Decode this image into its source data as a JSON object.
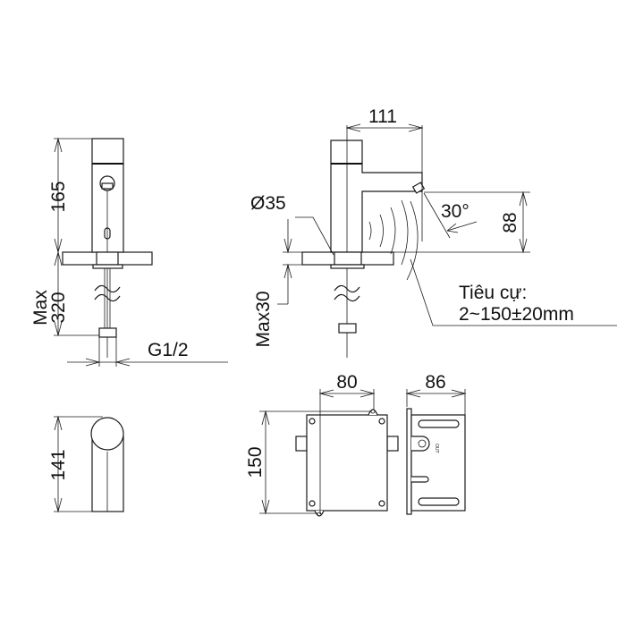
{
  "drawing": {
    "front_view": {
      "height_label": "165",
      "pipe_label": "Max\n320",
      "pipe_label_line1": "Max",
      "pipe_label_line2": "320",
      "thread_label": "G1/2"
    },
    "top_view": {
      "depth_label": "141"
    },
    "side_view": {
      "reach_label": "111",
      "diameter_label": "Ø35",
      "angle_label": "30°",
      "spout_height_label": "88",
      "counter_thickness_label": "Max30",
      "sensor_range_line1": "Tiêu cự:",
      "sensor_range_line2": "2~150±20mm"
    },
    "control_box": {
      "height_label": "150",
      "width_label": "80",
      "depth_label": "86",
      "port_label": "OUT"
    }
  }
}
